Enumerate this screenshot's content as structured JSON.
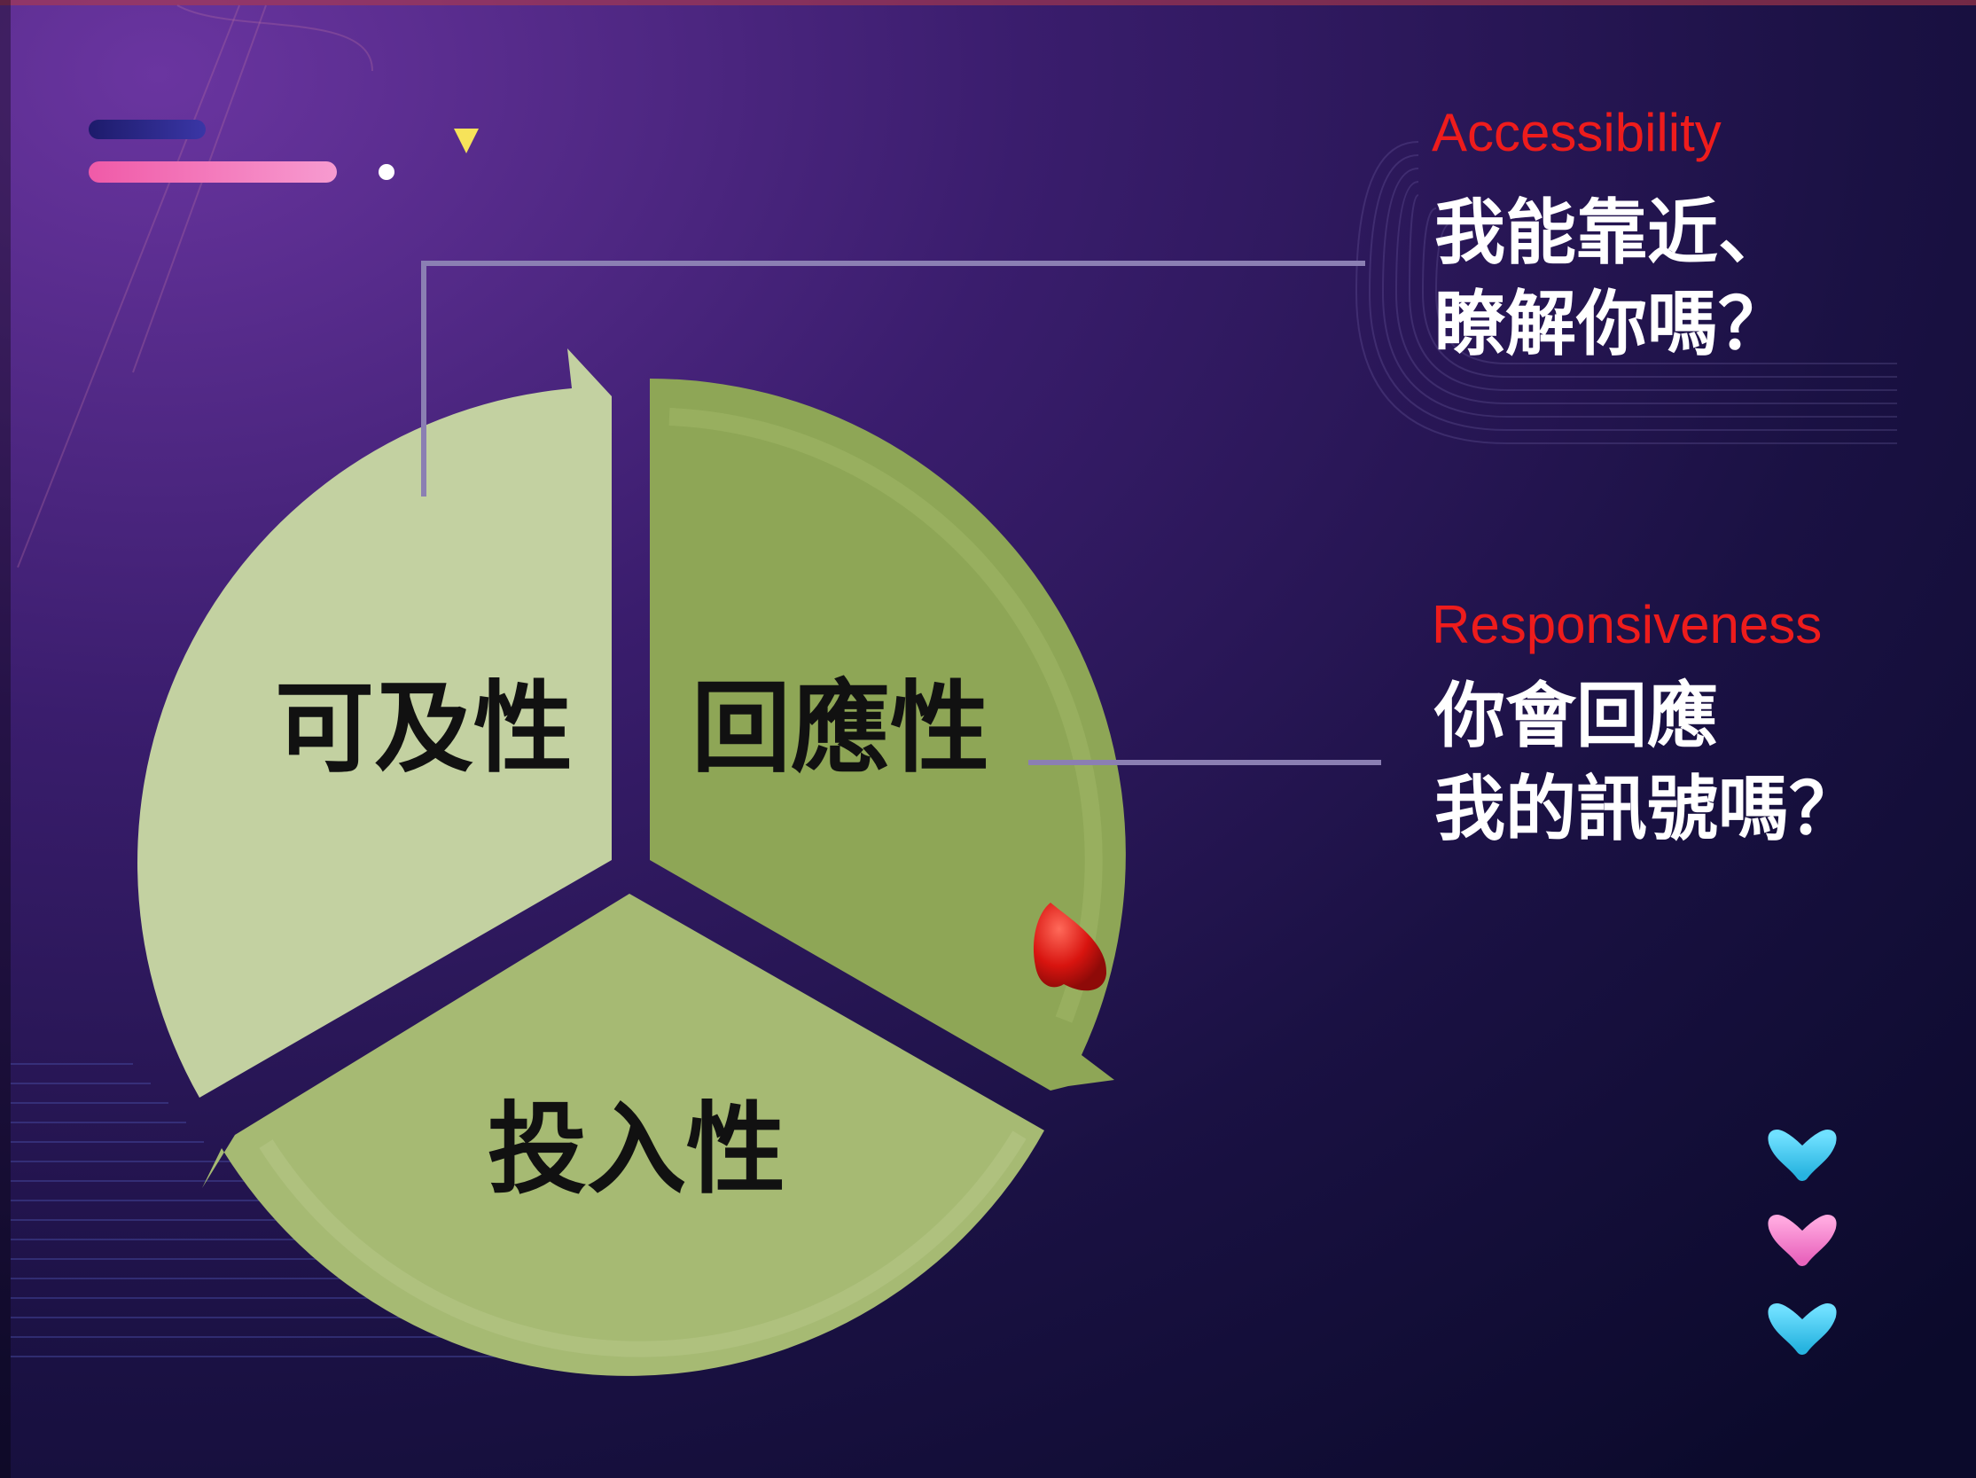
{
  "colors": {
    "bg_top_left": "#5e2d91",
    "bg_mid": "#2a1656",
    "bg_bottom_right": "#0d0a2e",
    "slice_light": "#c3d1a1",
    "slice_dark": "#8ea656",
    "slice_bottom": "#a6ba73",
    "connector_line": "#8b7fb3",
    "english_label": "#ee1c1c",
    "chinese_question": "#ffffff",
    "heart_blue": "#3ec9ea",
    "heart_pink": "#f07cc9",
    "accent_navy": "#26237a",
    "accent_pink": "#f36bb8",
    "accent_yellow": "#f6e35a"
  },
  "diagram": {
    "segments": [
      {
        "label": "可及性"
      },
      {
        "label": "回應性"
      },
      {
        "label": "投入性"
      }
    ]
  },
  "callouts": [
    {
      "english": "Accessibility",
      "line1": "我能靠近、",
      "line2": "瞭解你嗎？"
    },
    {
      "english": "Responsiveness",
      "line1": "你會回應",
      "line2": "我的訊號嗎？"
    }
  ],
  "decorations": {
    "hearts": [
      "heart-icon",
      "heart-icon",
      "heart-icon"
    ],
    "marker": "triangle-down-icon",
    "droplet": "red-drop-icon"
  }
}
